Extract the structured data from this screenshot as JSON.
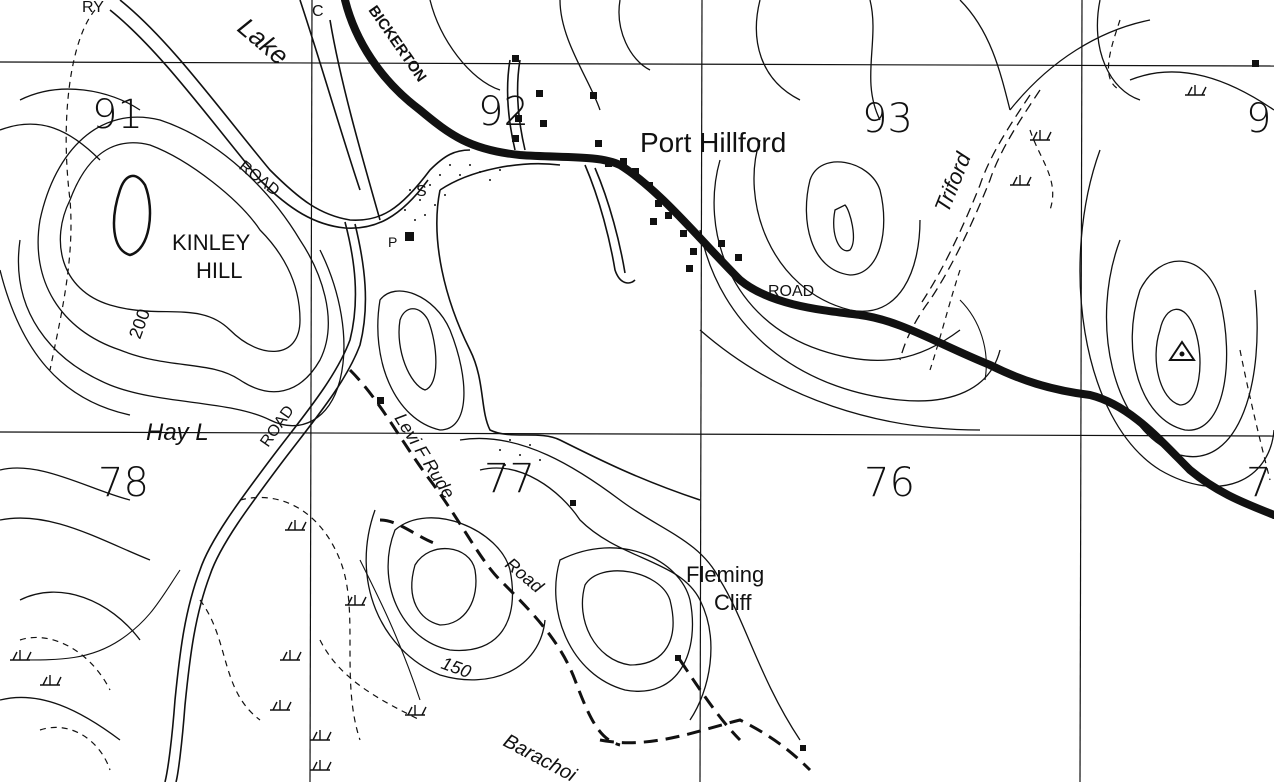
{
  "map": {
    "title": "",
    "grid_labels": {
      "e91": "91",
      "e92": "92",
      "e93": "93",
      "e9_partial": "9",
      "n78": "78",
      "n77": "77",
      "n76": "76",
      "n7_partial": "7"
    },
    "place_labels": {
      "port_hillford": "Port Hillford",
      "kinley": "KINLEY",
      "hill": "HILL",
      "fleming": "Fleming",
      "cliff": "Cliff",
      "hay_l": "Hay L",
      "lake": "Lake",
      "triford": "Triford",
      "barachois": "Barachoi"
    },
    "road_labels": {
      "bickerton": "BICKERTON",
      "road_nw": "ROAD",
      "road_e": "ROAD",
      "road_w": "ROAD",
      "levi_f_rude": "Levi F Rude",
      "road_levi": "Road",
      "corner_top": "RY",
      "c_top": "C"
    },
    "symbols": {
      "school": "S",
      "post_office": "P"
    },
    "contour_labels": {
      "c200": "200",
      "c150": "150"
    },
    "colors": {
      "ink": "#111111",
      "paper": "#ffffff"
    }
  }
}
